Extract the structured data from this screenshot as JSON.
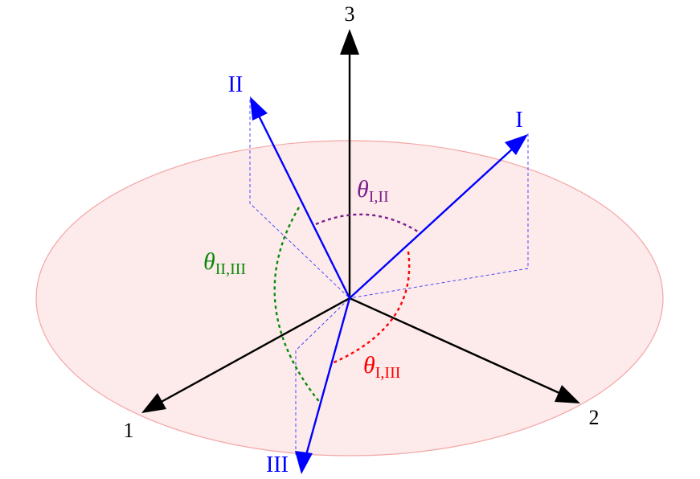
{
  "axes": {
    "axis1": "1",
    "axis2": "2",
    "axis3": "3"
  },
  "vectors": {
    "v1": "I",
    "v2": "II",
    "v3": "III"
  },
  "angles": {
    "symbol": "θ",
    "i_ii": "I,II",
    "ii_iii": "II,III",
    "i_iii": "I,III"
  },
  "colors": {
    "plane_fill": "#fdeaea",
    "plane_stroke": "#f4a6a6",
    "axis": "#000000",
    "vector": "#0000ff",
    "projection": "#3b3bff",
    "angle_i_ii": "#7b1f8c",
    "angle_ii_iii": "#0a8a0a",
    "angle_i_iii": "#ff0000"
  }
}
